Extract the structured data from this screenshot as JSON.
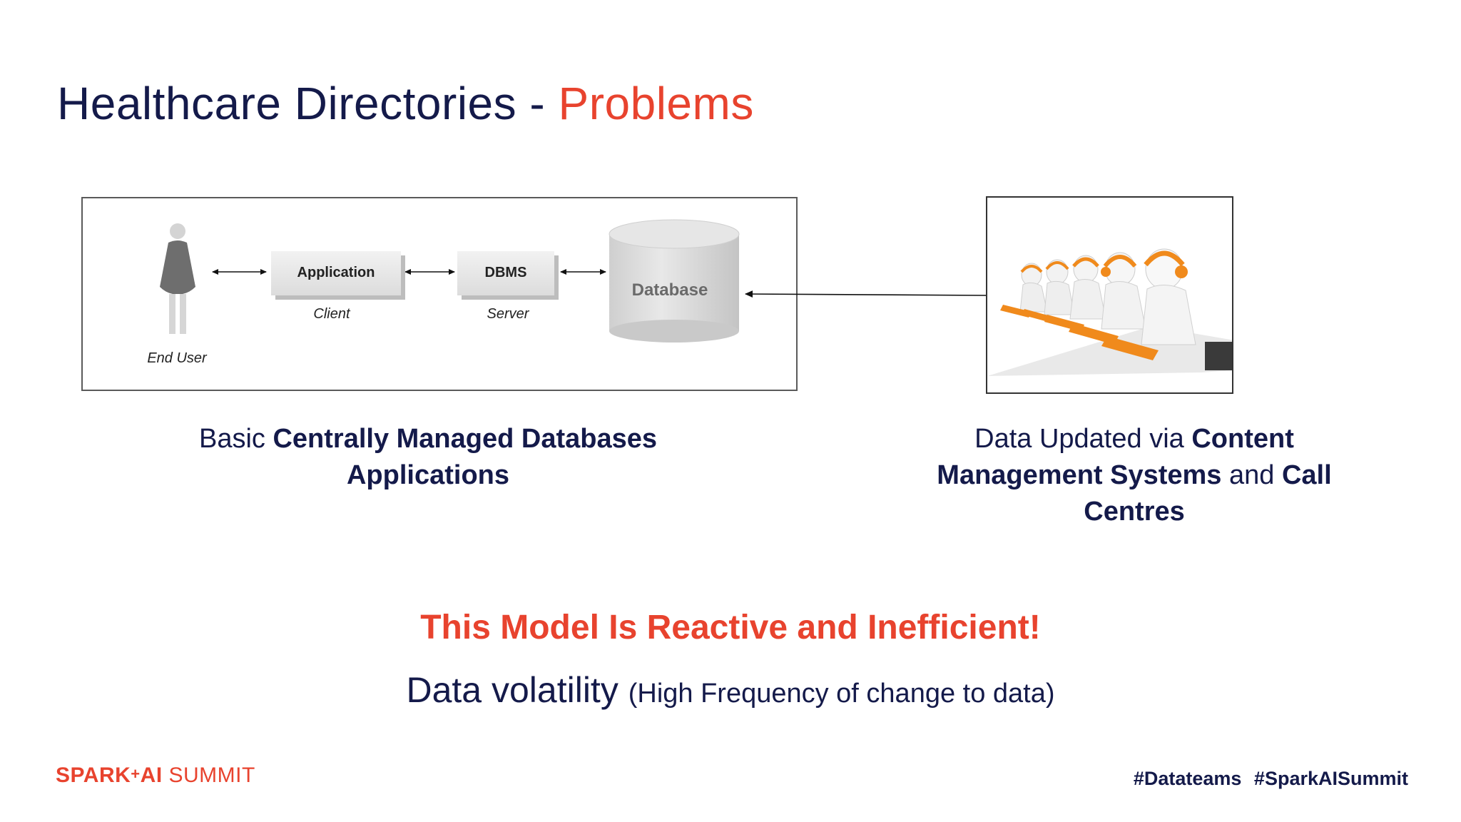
{
  "slide": {
    "title_main": "Healthcare Directories - ",
    "title_accent": "Problems"
  },
  "diagram": {
    "end_user_label": "End User",
    "application_label": "Application",
    "client_label": "Client",
    "dbms_label": "DBMS",
    "server_label": "Server",
    "database_label": "Database"
  },
  "captions": {
    "left": {
      "part1": "Basic ",
      "part2_bold": "Centrally Managed Databases Applications"
    },
    "right": {
      "part1": "Data Updated via ",
      "part2_bold": "Content Management Systems",
      "part3": " and ",
      "part4_bold": "Call Centres"
    }
  },
  "headline": "This Model Is Reactive and Inefficient!",
  "subline": {
    "main": "Data volatility ",
    "detail": "(High Frequency of change to data)"
  },
  "footer": {
    "logo_brand": "SPARK",
    "logo_plus": "+",
    "logo_ai": "AI",
    "logo_summit": " SUMMIT",
    "hashtags": "#Datateams #SparkAISummit"
  },
  "colors": {
    "accent": "#e8432e",
    "navy": "#141a4a",
    "headset_orange": "#f08a1c"
  }
}
